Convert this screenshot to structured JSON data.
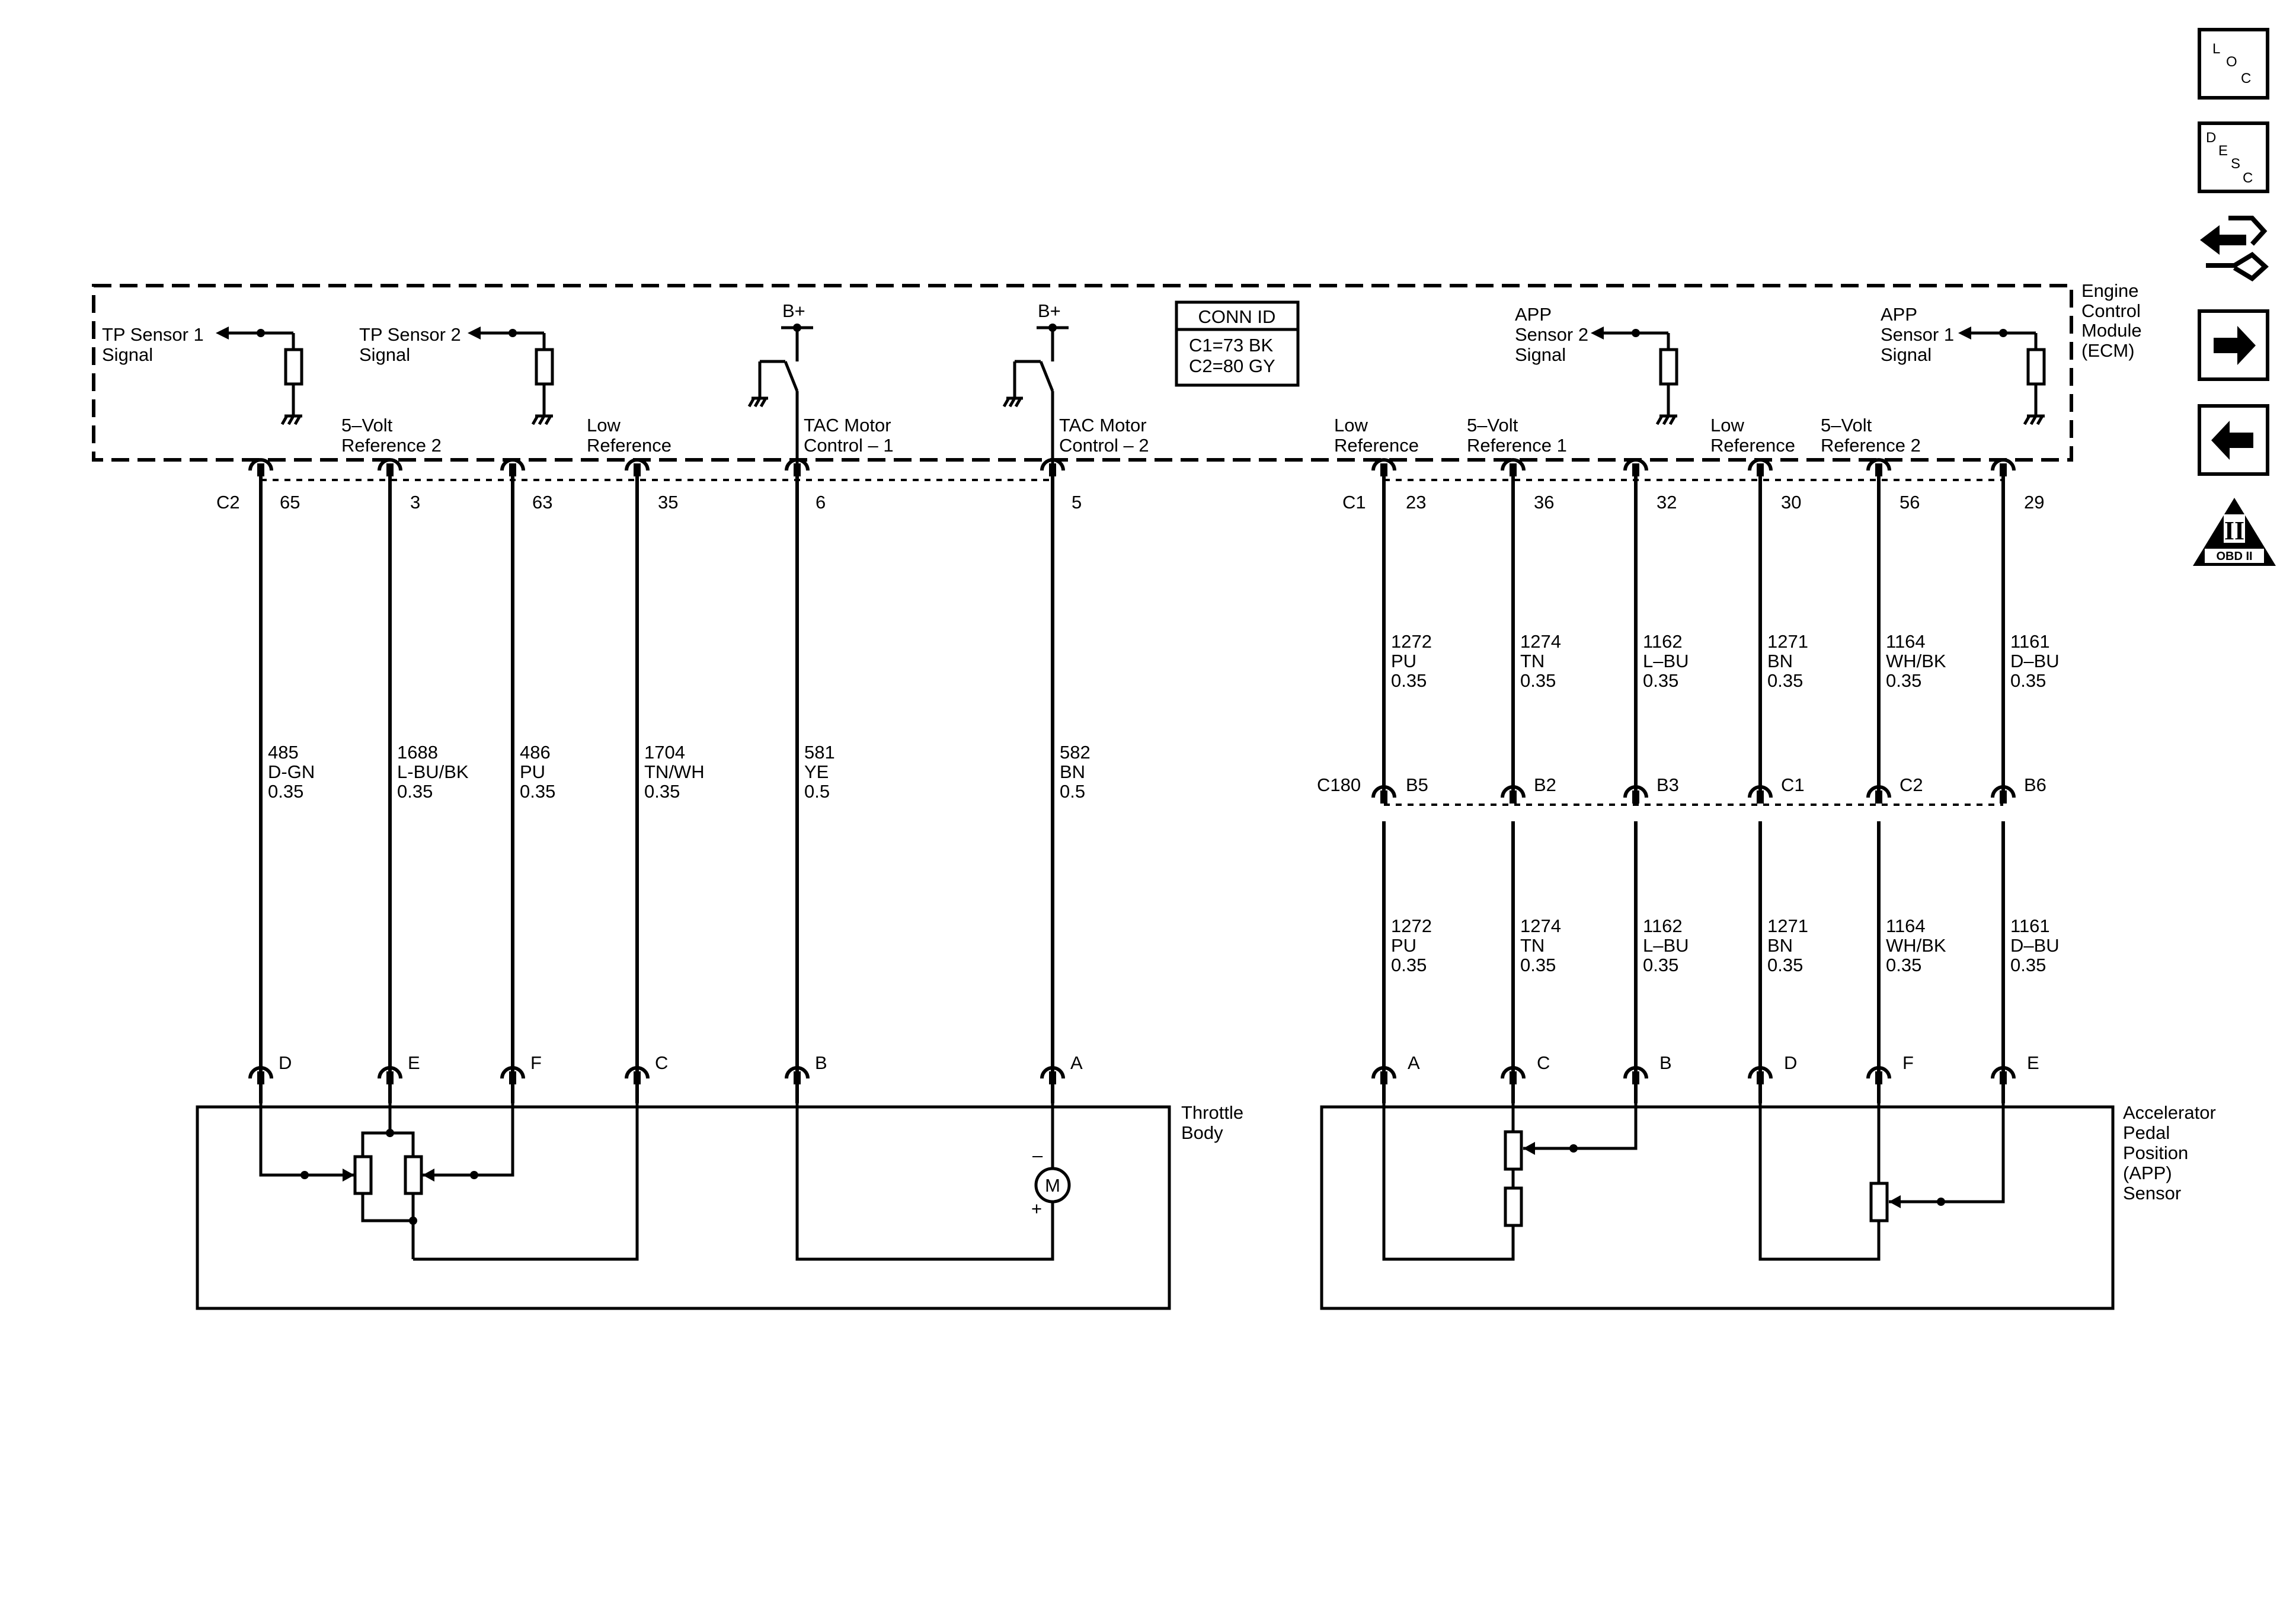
{
  "ecm": {
    "name": "Engine Control Module (ECM)",
    "lines": [
      "Engine",
      "Control",
      "Module",
      "(ECM)"
    ]
  },
  "conn_id": {
    "title": "CONN ID",
    "c1": "C1=73 BK",
    "c2": "C2=80 GY"
  },
  "connectors": {
    "c2": "C2",
    "c1": "C1",
    "c180": "C180"
  },
  "ecm_functions": {
    "tp1": [
      "TP Sensor 1",
      "Signal"
    ],
    "ref2_tp": [
      "5–Volt",
      "Reference 2"
    ],
    "tp2": [
      "TP Sensor 2",
      "Signal"
    ],
    "low_tp": [
      "Low",
      "Reference"
    ],
    "tac1": [
      "TAC Motor",
      "Control – 1"
    ],
    "tac2": [
      "TAC Motor",
      "Control – 2"
    ],
    "low_app1": [
      "Low",
      "Reference"
    ],
    "ref1_app": [
      "5–Volt",
      "Reference 1"
    ],
    "app2": [
      "APP",
      "Sensor 2",
      "Signal"
    ],
    "low_app2": [
      "Low",
      "Reference"
    ],
    "ref2_app": [
      "5–Volt",
      "Reference 2"
    ],
    "app1": [
      "APP",
      "Sensor 1",
      "Signal"
    ],
    "bplus": "B+"
  },
  "throttle_wires": [
    {
      "pin": "65",
      "circuit": "485",
      "color": "D-GN",
      "gauge": "0.35",
      "device_pin": "D"
    },
    {
      "pin": "3",
      "circuit": "1688",
      "color": "L-BU/BK",
      "gauge": "0.35",
      "device_pin": "E"
    },
    {
      "pin": "63",
      "circuit": "486",
      "color": "PU",
      "gauge": "0.35",
      "device_pin": "F"
    },
    {
      "pin": "35",
      "circuit": "1704",
      "color": "TN/WH",
      "gauge": "0.35",
      "device_pin": "C"
    },
    {
      "pin": "6",
      "circuit": "581",
      "color": "YE",
      "gauge": "0.5",
      "device_pin": "B"
    },
    {
      "pin": "5",
      "circuit": "582",
      "color": "BN",
      "gauge": "0.5",
      "device_pin": "A"
    }
  ],
  "app_wires": [
    {
      "pin": "23",
      "circuit": "1272",
      "color": "PU",
      "gauge": "0.35",
      "inline": "B5",
      "device_pin": "A"
    },
    {
      "pin": "36",
      "circuit": "1274",
      "color": "TN",
      "gauge": "0.35",
      "inline": "B2",
      "device_pin": "C"
    },
    {
      "pin": "32",
      "circuit": "1162",
      "color": "L–BU",
      "gauge": "0.35",
      "inline": "B3",
      "device_pin": "B"
    },
    {
      "pin": "30",
      "circuit": "1271",
      "color": "BN",
      "gauge": "0.35",
      "inline": "C1",
      "device_pin": "D"
    },
    {
      "pin": "56",
      "circuit": "1164",
      "color": "WH/BK",
      "gauge": "0.35",
      "inline": "C2",
      "device_pin": "F"
    },
    {
      "pin": "29",
      "circuit": "1161",
      "color": "D–BU",
      "gauge": "0.35",
      "inline": "B6",
      "device_pin": "E"
    }
  ],
  "devices": {
    "throttle": [
      "Throttle",
      "Body"
    ],
    "app": [
      "Accelerator",
      "Pedal",
      "Position",
      "(APP)",
      "Sensor"
    ],
    "motor": "M",
    "minus": "–",
    "plus": "+"
  },
  "nav_icons": {
    "loc": [
      "L",
      "O",
      "C"
    ],
    "desc": [
      "D",
      "E",
      "S",
      "C"
    ],
    "obd": {
      "numeral": "II",
      "label": "OBD II"
    }
  }
}
